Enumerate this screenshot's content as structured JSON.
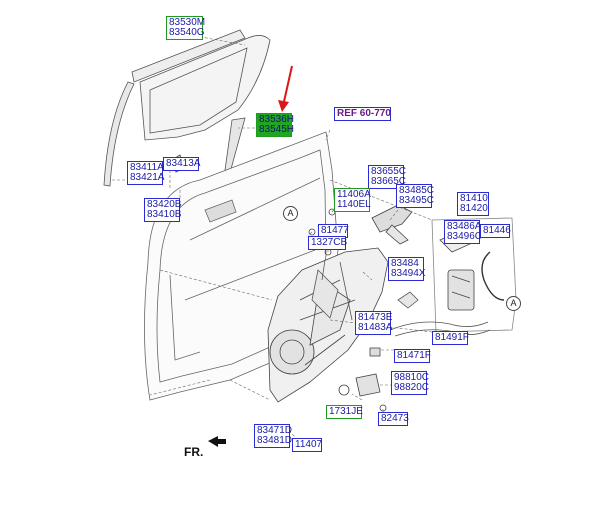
{
  "labels": {
    "glass": [
      "83530M",
      "83540G"
    ],
    "channel": [
      "83536H",
      "83545H"
    ],
    "ref": "REF 60-770",
    "molding": [
      "83411A",
      "83421A"
    ],
    "clip": "83413A",
    "run": [
      "83420B",
      "83410B"
    ],
    "bolt1": [
      "83655C",
      "83665C"
    ],
    "bolt2": [
      "11406A",
      "1140EL"
    ],
    "handle": [
      "83485C",
      "83495C"
    ],
    "lock": [
      "81410",
      "81420"
    ],
    "bracket": "81477",
    "screw": "1327CB",
    "switch": [
      "83486A",
      "83496C"
    ],
    "rod": "81446",
    "actuator": [
      "83484",
      "83494X"
    ],
    "regulator": [
      "81473E",
      "81483A"
    ],
    "cable": "81491F",
    "cable2": "81471F",
    "motor": [
      "98810C",
      "98820C"
    ],
    "grommet": "1731JE",
    "nut": "82473",
    "panel": [
      "83471D",
      "83481D"
    ],
    "bolt3": "11407"
  },
  "markers": {
    "a1": "A",
    "a2": "A"
  },
  "direction": "FR."
}
